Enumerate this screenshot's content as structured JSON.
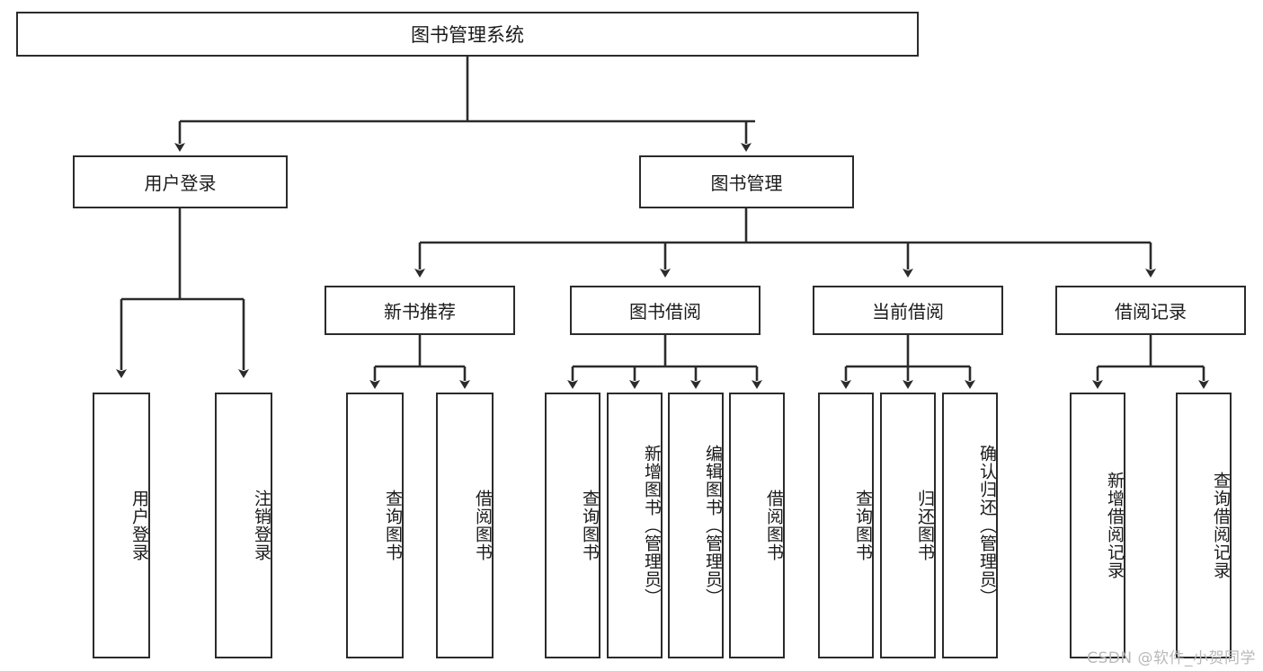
{
  "diagram": {
    "title": "图书管理系统",
    "type": "tree-structure-diagram",
    "watermark": "CSDN @软件_小贺同学",
    "colors": {
      "background": "#ffffff",
      "box_border": "#2b2b2b",
      "box_fill": "#ffffff",
      "text": "#1a1a1a",
      "connector": "#2b2b2b",
      "watermark": "#b9b9b9"
    },
    "root": {
      "label": "图书管理系统"
    },
    "level1": [
      {
        "label": "用户登录"
      },
      {
        "label": "图书管理"
      }
    ],
    "level2": [
      {
        "label": "新书推荐"
      },
      {
        "label": "图书借阅"
      },
      {
        "label": "当前借阅"
      },
      {
        "label": "借阅记录"
      }
    ],
    "leaves": {
      "user_login": [
        {
          "label": "用户登录"
        },
        {
          "label": "注销登录"
        }
      ],
      "new_book_recommend": [
        {
          "label": "查询图书"
        },
        {
          "label": "借阅图书"
        }
      ],
      "book_borrow": [
        {
          "label": "查询图书"
        },
        {
          "label": "新增图书（管理员）"
        },
        {
          "label": "编辑图书（管理员）"
        },
        {
          "label": "借阅图书"
        }
      ],
      "current_borrow": [
        {
          "label": "查询图书"
        },
        {
          "label": "归还图书"
        },
        {
          "label": "确认归还（管理员）"
        }
      ],
      "borrow_record": [
        {
          "label": "新增借阅记录"
        },
        {
          "label": "查询借阅记录"
        }
      ]
    }
  }
}
